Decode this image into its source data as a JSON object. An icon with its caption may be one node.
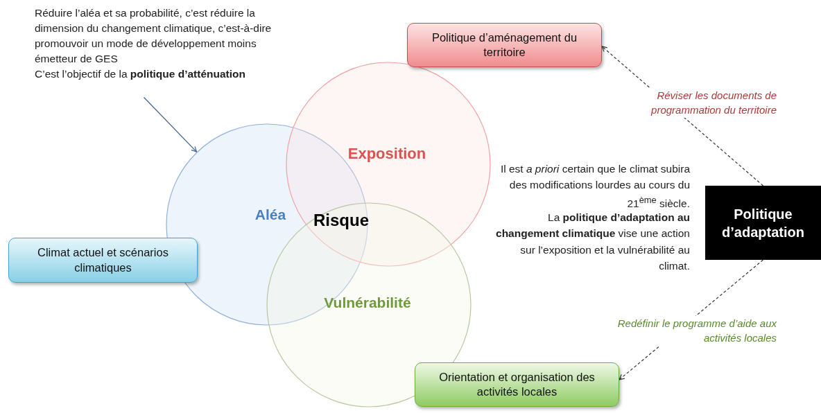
{
  "diagram": {
    "nodes": [
      {
        "text": [
          "Réduire l’aléa et sa probabilité, c’est réduire la dimension du changement climatique, c’est-à-dire promouvoir un mode de développement moins émetteur de GES",
          "C’est l’objectif de la **politique d’atténuation**"
        ]
      },
      {
        "text": [
          "Aléa"
        ]
      },
      {
        "text": [
          "Exposition"
        ]
      },
      {
        "text": [
          "Vulnérabilité"
        ]
      },
      {
        "text": [
          "Politique d’aménagement du territoire"
        ]
      },
      {
        "text": [
          "Climat actuel et scénarios climatiques"
        ]
      },
      {
        "text": [
          "Politique d’adaptation"
        ]
      },
      {
        "text": [
          "Orientation et organisation des activités locales"
        ]
      }
    ],
    "edges": [
      {
        "from": 0,
        "to": 1,
        "arrow": "to",
        "color": "#3d5f8f"
      },
      {
        "from": 6,
        "to": 4,
        "arrow": "to",
        "style": "dashed",
        "label": "Réviser les documents de programmation du territoire"
      },
      {
        "from": 6,
        "to": 7,
        "arrow": "to",
        "style": "dashed",
        "label": "Redéfinir le programme d’aide aux activités locales"
      }
    ],
    "labels": [
      "Risque",
      "Il est *a priori* certain que le climat subira des modifications lourdes au cours du 21$^{ème}$ siècle.",
      "La **politique d’adaptation au changement climatique** vise une action sur l’exposition et la vulnérabilité au climat."
    ]
  }
}
